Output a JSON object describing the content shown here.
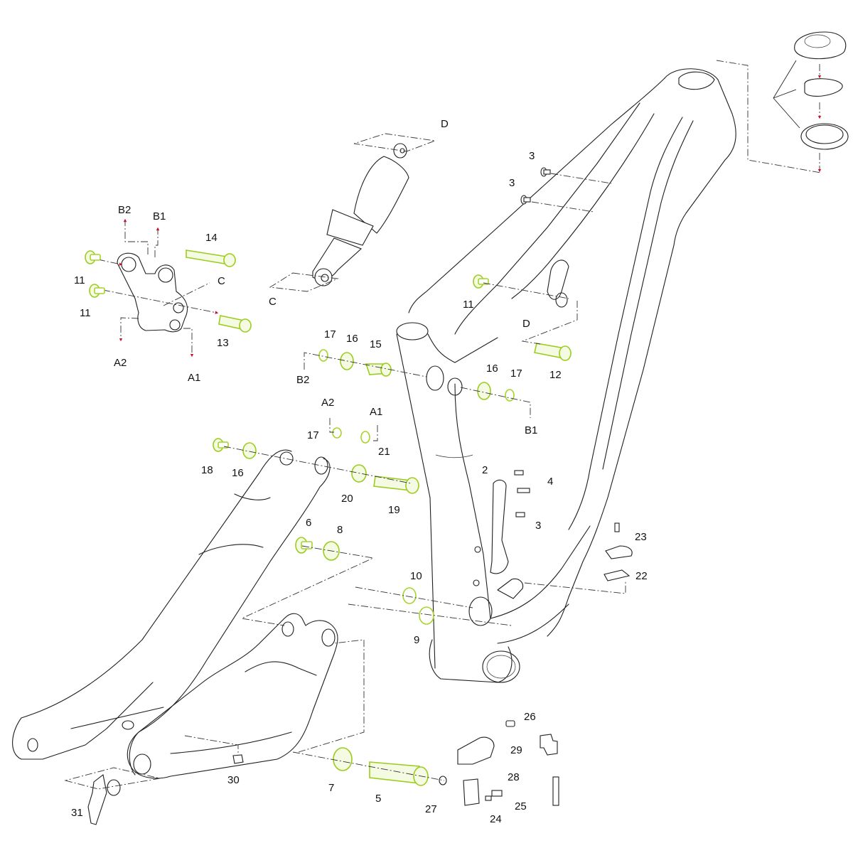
{
  "diagram": {
    "title": "Frame exploded view",
    "colors": {
      "line": "#1e1e1e",
      "highlight_part": "#a6d42a",
      "flow_arrow": "#c8102e",
      "background": "#ffffff"
    },
    "part_labels": [
      {
        "id": "p2",
        "text": "2"
      },
      {
        "id": "p3a",
        "text": "3"
      },
      {
        "id": "p3b",
        "text": "3"
      },
      {
        "id": "p3c",
        "text": "3"
      },
      {
        "id": "p4",
        "text": "4"
      },
      {
        "id": "p5",
        "text": "5"
      },
      {
        "id": "p6",
        "text": "6"
      },
      {
        "id": "p7",
        "text": "7"
      },
      {
        "id": "p8",
        "text": "8"
      },
      {
        "id": "p9",
        "text": "9"
      },
      {
        "id": "p10",
        "text": "10"
      },
      {
        "id": "p11a",
        "text": "11"
      },
      {
        "id": "p11b",
        "text": "11"
      },
      {
        "id": "p11c",
        "text": "11"
      },
      {
        "id": "p12",
        "text": "12"
      },
      {
        "id": "p13",
        "text": "13"
      },
      {
        "id": "p14",
        "text": "14"
      },
      {
        "id": "p15",
        "text": "15"
      },
      {
        "id": "p16a",
        "text": "16"
      },
      {
        "id": "p16b",
        "text": "16"
      },
      {
        "id": "p16c",
        "text": "16"
      },
      {
        "id": "p17a",
        "text": "17"
      },
      {
        "id": "p17b",
        "text": "17"
      },
      {
        "id": "p17c",
        "text": "17"
      },
      {
        "id": "p18",
        "text": "18"
      },
      {
        "id": "p19",
        "text": "19"
      },
      {
        "id": "p20",
        "text": "20"
      },
      {
        "id": "p21",
        "text": "21"
      },
      {
        "id": "p22",
        "text": "22"
      },
      {
        "id": "p23",
        "text": "23"
      },
      {
        "id": "p24",
        "text": "24"
      },
      {
        "id": "p25",
        "text": "25"
      },
      {
        "id": "p26",
        "text": "26"
      },
      {
        "id": "p27",
        "text": "27"
      },
      {
        "id": "p28",
        "text": "28"
      },
      {
        "id": "p29",
        "text": "29"
      },
      {
        "id": "p30",
        "text": "30"
      },
      {
        "id": "p31",
        "text": "31"
      }
    ],
    "connection_labels": [
      {
        "id": "cB2a",
        "text": "B2"
      },
      {
        "id": "cB1a",
        "text": "B1"
      },
      {
        "id": "cCa",
        "text": "C"
      },
      {
        "id": "cA2a",
        "text": "A2"
      },
      {
        "id": "cA1a",
        "text": "A1"
      },
      {
        "id": "cDa",
        "text": "D"
      },
      {
        "id": "cCb",
        "text": "C"
      },
      {
        "id": "cDb",
        "text": "D"
      },
      {
        "id": "cB2b",
        "text": "B2"
      },
      {
        "id": "cB1b",
        "text": "B1"
      },
      {
        "id": "cA2b",
        "text": "A2"
      },
      {
        "id": "cA1b",
        "text": "A1"
      }
    ]
  }
}
